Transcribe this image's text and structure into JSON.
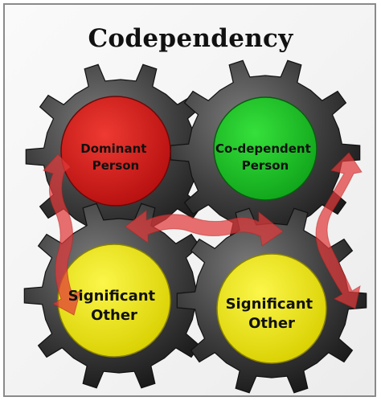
{
  "title": "Codependency",
  "nodes": [
    {
      "id": "dominant",
      "line1": "Dominant",
      "line2": "Person",
      "color": "#dd1a18"
    },
    {
      "id": "codependent",
      "line1": "Co-dependent",
      "line2": "Person",
      "color": "#1cc825"
    },
    {
      "id": "significant-left",
      "line1": "Significant",
      "line2": "Other",
      "color": "#f4ef12"
    },
    {
      "id": "significant-right",
      "line1": "Significant",
      "line2": "Other",
      "color": "#f4ef12"
    }
  ],
  "colors": {
    "gear_dark": "#2b2b2b",
    "gear_light": "#6e6e6e",
    "arrow": "#e03a3a"
  }
}
